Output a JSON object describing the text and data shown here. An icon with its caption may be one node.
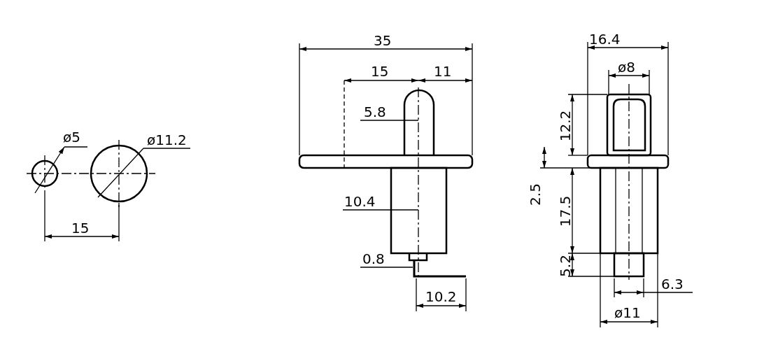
{
  "diagram": {
    "labels": [
      "ø5",
      "ø11.2",
      "15",
      "35",
      "15",
      "11",
      "5.8",
      "10.4",
      "0.8",
      "10.2",
      "16.4",
      "ø8",
      "12.2",
      "2.5",
      "17.5",
      "5.2",
      "6.3",
      "ø11"
    ]
  }
}
